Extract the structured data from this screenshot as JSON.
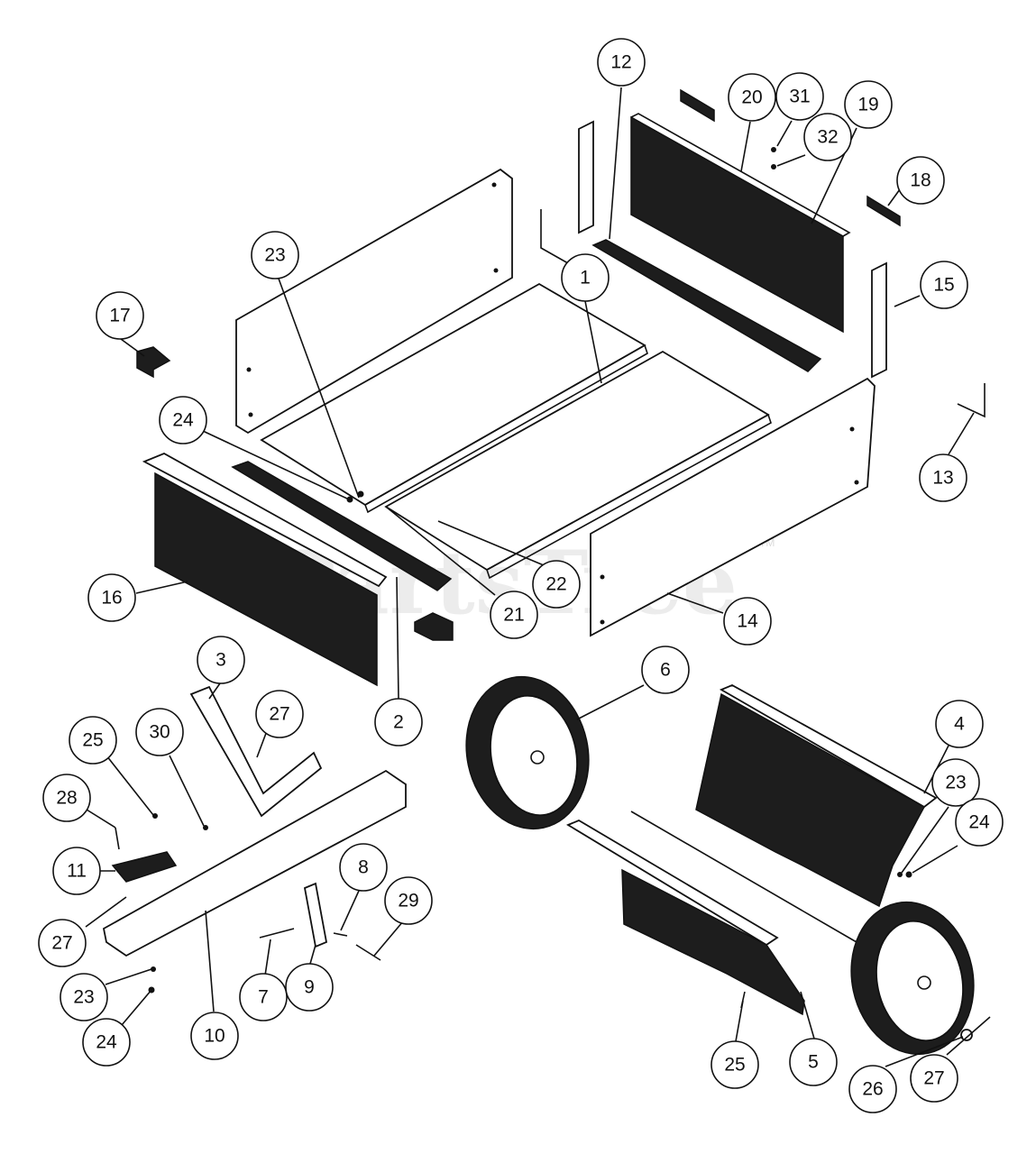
{
  "watermark": "PartsTree",
  "watermark_tm": "TM",
  "callouts": [
    {
      "label": "12"
    },
    {
      "label": "20"
    },
    {
      "label": "31"
    },
    {
      "label": "19"
    },
    {
      "label": "32"
    },
    {
      "label": "18"
    },
    {
      "label": "23"
    },
    {
      "label": "1"
    },
    {
      "label": "15"
    },
    {
      "label": "17"
    },
    {
      "label": "24"
    },
    {
      "label": "13"
    },
    {
      "label": "22"
    },
    {
      "label": "16"
    },
    {
      "label": "21"
    },
    {
      "label": "14"
    },
    {
      "label": "3"
    },
    {
      "label": "6"
    },
    {
      "label": "27"
    },
    {
      "label": "25"
    },
    {
      "label": "30"
    },
    {
      "label": "2"
    },
    {
      "label": "4"
    },
    {
      "label": "28"
    },
    {
      "label": "23"
    },
    {
      "label": "24"
    },
    {
      "label": "11"
    },
    {
      "label": "8"
    },
    {
      "label": "29"
    },
    {
      "label": "27"
    },
    {
      "label": "23"
    },
    {
      "label": "7"
    },
    {
      "label": "9"
    },
    {
      "label": "24"
    },
    {
      "label": "10"
    },
    {
      "label": "25"
    },
    {
      "label": "5"
    },
    {
      "label": "26"
    },
    {
      "label": "27"
    }
  ]
}
